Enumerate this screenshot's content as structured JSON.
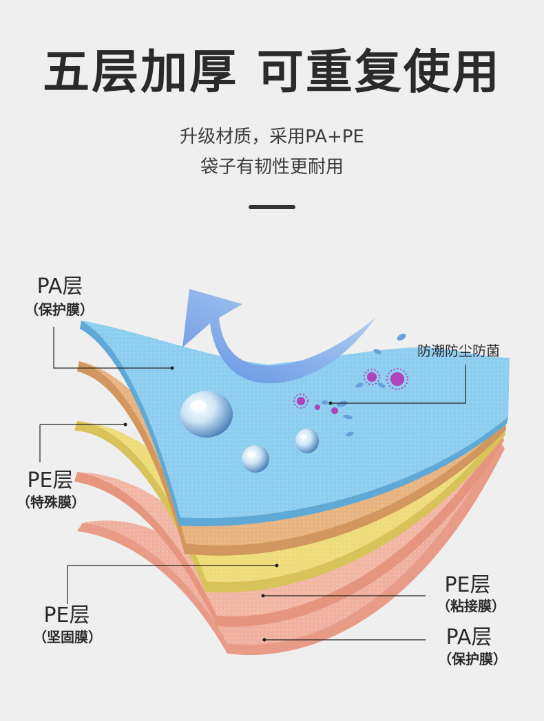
{
  "title": "五层加厚 可重复使用",
  "subtitle_line1": "升级材质，采用PA+PE",
  "subtitle_line2": "袋子有韧性更耐用",
  "feature_label": "防潮防尘防菌",
  "labels": [
    {
      "main": "PA层",
      "sub": "（保护膜）"
    },
    {
      "main": "PE层",
      "sub": "（特殊膜）"
    },
    {
      "main": "PE层",
      "sub": "（坚固膜）"
    },
    {
      "main": "PE层",
      "sub": "（粘接膜）"
    },
    {
      "main": "PA层",
      "sub": "（保护膜）"
    }
  ],
  "colors": {
    "blue_layer": "#8ccdf0",
    "orange_layer": "#e7b380",
    "yellow_layer": "#eedc7a",
    "pink_layer": "#f0b0a0",
    "pink_layer_dark": "#e89c88",
    "arrow": "#7aa8e6",
    "virus": "#b044b8"
  }
}
